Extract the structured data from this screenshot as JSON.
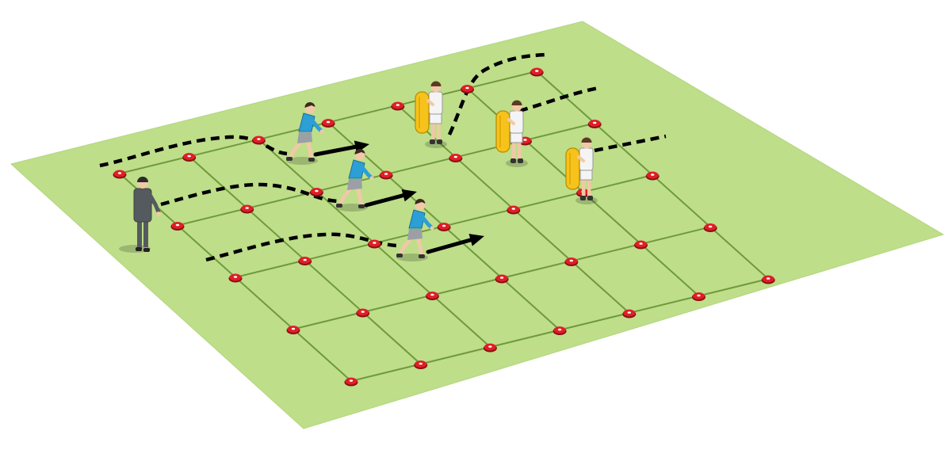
{
  "diagram": {
    "kind": "rugby-training-drill",
    "colors": {
      "pitch": "#bede8a",
      "pitch_edge": "#b3d67e",
      "grid_line": "#6f9a3c",
      "cone": "#e01e26",
      "cone_rim": "#8a0f12",
      "attacker_shirt": "#2b9fd6",
      "defender_shirt": "#f4f4f4",
      "tackle_shield": "#f6c21b",
      "coach_kit": "#555a5e",
      "shorts": "#9aa0a6",
      "run_line": "#000000",
      "pass_arrow": "#000000"
    },
    "icons": {
      "cone": "cone-marker-icon",
      "attacker": "attacking-player-icon",
      "defender": "defender-with-shield-icon",
      "coach": "coach-icon",
      "arrow": "direction-arrow-icon"
    },
    "grid": {
      "cols": 6,
      "rows": 4,
      "cone_grid_cols": [
        0,
        1,
        2,
        3,
        4,
        5,
        6
      ],
      "cone_grid_rows": [
        0,
        1,
        2,
        3,
        4
      ]
    },
    "attackers": 3,
    "defenders": 3,
    "coaches": 1,
    "run_lines": 6,
    "direction_arrows": 3
  }
}
